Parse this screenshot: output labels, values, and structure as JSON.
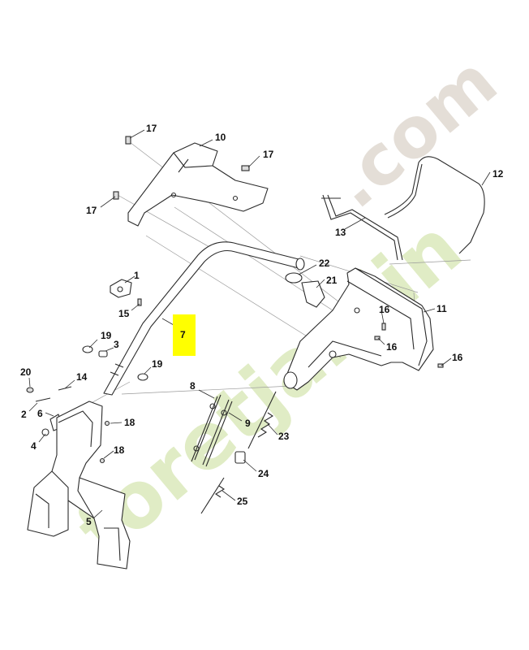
{
  "watermark": {
    "brand": "foretjardin",
    "domain": ".com",
    "brand_color": "#c8dd96",
    "domain_color": "#cfc4b8"
  },
  "highlight_color": "#ffff00",
  "callouts": [
    {
      "id": "c1",
      "label": "1"
    },
    {
      "id": "c2",
      "label": "2"
    },
    {
      "id": "c3",
      "label": "3"
    },
    {
      "id": "c4",
      "label": "4"
    },
    {
      "id": "c5",
      "label": "5"
    },
    {
      "id": "c6",
      "label": "6"
    },
    {
      "id": "c7",
      "label": "7"
    },
    {
      "id": "c8",
      "label": "8"
    },
    {
      "id": "c9",
      "label": "9"
    },
    {
      "id": "c10",
      "label": "10"
    },
    {
      "id": "c11",
      "label": "11"
    },
    {
      "id": "c12",
      "label": "12"
    },
    {
      "id": "c13",
      "label": "13"
    },
    {
      "id": "c14",
      "label": "14"
    },
    {
      "id": "c15",
      "label": "15"
    },
    {
      "id": "c16a",
      "label": "16"
    },
    {
      "id": "c16b",
      "label": "16"
    },
    {
      "id": "c16c",
      "label": "16"
    },
    {
      "id": "c17a",
      "label": "17"
    },
    {
      "id": "c17b",
      "label": "17"
    },
    {
      "id": "c17c",
      "label": "17"
    },
    {
      "id": "c18a",
      "label": "18"
    },
    {
      "id": "c18b",
      "label": "18"
    },
    {
      "id": "c19a",
      "label": "19"
    },
    {
      "id": "c19b",
      "label": "19"
    },
    {
      "id": "c20",
      "label": "20"
    },
    {
      "id": "c21",
      "label": "21"
    },
    {
      "id": "c22",
      "label": "22"
    },
    {
      "id": "c23",
      "label": "23"
    },
    {
      "id": "c24",
      "label": "24"
    },
    {
      "id": "c25",
      "label": "25"
    }
  ]
}
